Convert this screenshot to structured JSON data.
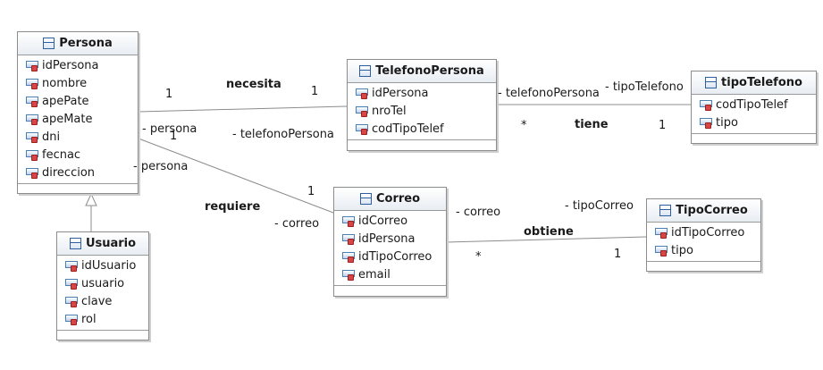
{
  "classes": {
    "persona": {
      "name": "Persona",
      "attributes": [
        "idPersona",
        "nombre",
        "apePate",
        "apeMate",
        "dni",
        "fecnac",
        "direccion"
      ]
    },
    "usuario": {
      "name": "Usuario",
      "attributes": [
        "idUsuario",
        "usuario",
        "clave",
        "rol"
      ]
    },
    "telefono_persona": {
      "name": "TelefonoPersona",
      "attributes": [
        "idPersona",
        "nroTel",
        "codTipoTelef"
      ]
    },
    "tipo_telefono": {
      "name": "tipoTelefono",
      "attributes": [
        "codTipoTelef",
        "tipo"
      ]
    },
    "correo": {
      "name": "Correo",
      "attributes": [
        "idCorreo",
        "idPersona",
        "idTipoCorreo",
        "email"
      ]
    },
    "tipo_correo": {
      "name": "TipoCorreo",
      "attributes": [
        "idTipoCorreo",
        "tipo"
      ]
    }
  },
  "associations": {
    "necesita": {
      "name": "necesita",
      "role_source": "- persona",
      "role_target": "- telefonoPersona",
      "mult_source": "1",
      "mult_target": "1"
    },
    "tiene": {
      "name": "tiene",
      "role_source": "- telefonoPersona",
      "role_target": "- tipoTelefono",
      "mult_source": "*",
      "mult_target": "1"
    },
    "requiere": {
      "name": "requiere",
      "role_source": "- persona",
      "role_target": "- correo",
      "mult_source": "1",
      "mult_target": "1"
    },
    "obtiene": {
      "name": "obtiene",
      "role_source": "- correo",
      "role_target": "- tipoCorreo",
      "mult_source": "*",
      "mult_target": "1"
    }
  },
  "colors": {
    "line": "#8c8c8c",
    "class_icon": "#2d5f9e",
    "lock": "#d84545"
  }
}
